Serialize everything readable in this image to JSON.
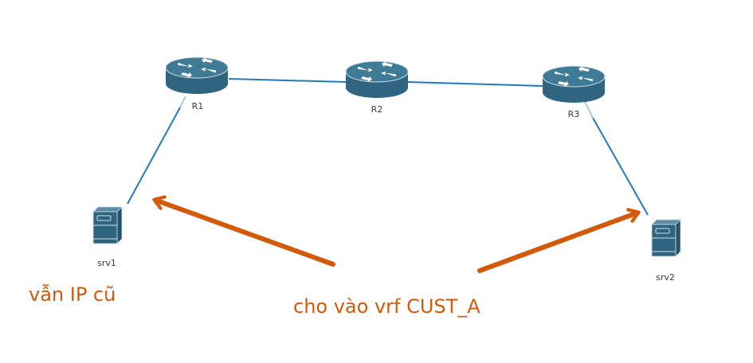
{
  "diagram": {
    "colors": {
      "link": "#1f7bbf",
      "device_body": "#2f6580",
      "device_top": "#3f7a96",
      "device_edge": "#cfe0ea",
      "annotation": "#d35a0a",
      "label": "#3b3b3b"
    },
    "routers": [
      {
        "id": "R1",
        "label": "R1"
      },
      {
        "id": "R2",
        "label": "R2"
      },
      {
        "id": "R3",
        "label": "R3"
      }
    ],
    "servers": [
      {
        "id": "srv1",
        "label": "srv1"
      },
      {
        "id": "srv2",
        "label": "srv2"
      }
    ],
    "links": [
      {
        "from": "R1",
        "to": "R2"
      },
      {
        "from": "R2",
        "to": "R3"
      },
      {
        "from": "R1",
        "to": "srv1"
      },
      {
        "from": "R3",
        "to": "srv2"
      }
    ],
    "annotations": {
      "left_note": "vẫn IP cũ",
      "center_note": "cho vào vrf CUST_A",
      "arrows": [
        {
          "from": "center_note",
          "to": "link R1-srv1"
        },
        {
          "from": "center_note",
          "to": "link R3-srv2"
        }
      ]
    }
  }
}
